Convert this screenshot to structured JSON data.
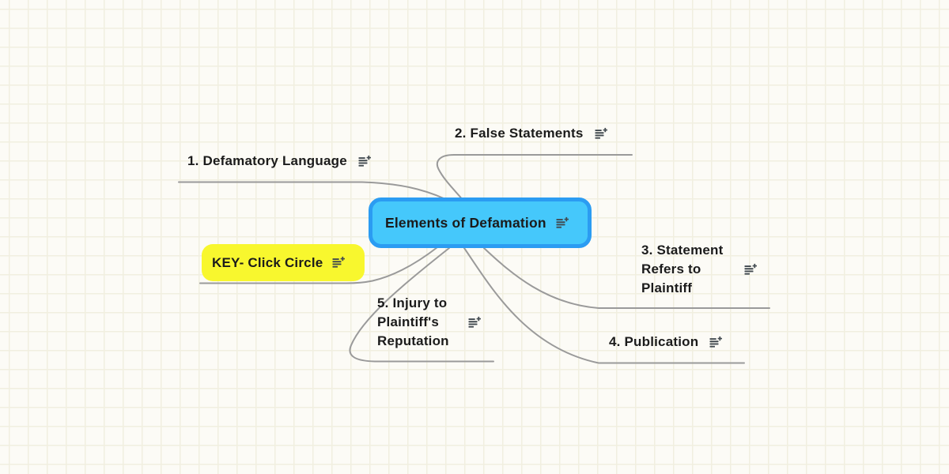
{
  "theme": {
    "bg": "#fcfbf6",
    "grid-line": "#f1efe0",
    "branch": "#9a9a9a",
    "text": "#1b1b1b",
    "root-fill": "#45c8fb",
    "root-border": "#2b9cf2",
    "key-fill": "#f8f72e",
    "icon": "#41494f"
  },
  "map": {
    "root": {
      "label": "Elements of Defamation",
      "note_icon": "add-note-icon"
    },
    "topics": [
      {
        "label": "1. Defamatory Language",
        "note_icon": "add-note-icon"
      },
      {
        "label": "2. False Statements",
        "note_icon": "add-note-icon"
      },
      {
        "label": "3. Statement Refers to Plaintiff",
        "note_icon": "add-note-icon"
      },
      {
        "label": "4. Publication",
        "note_icon": "add-note-icon"
      },
      {
        "label": "5. Injury to Plaintiff's Reputation",
        "note_icon": "add-note-icon"
      }
    ],
    "key_node": {
      "label": "KEY- Click Circle",
      "note_icon": "add-note-icon"
    },
    "structure": "root connects to topics 1-5 and key node via gray curved branches"
  }
}
